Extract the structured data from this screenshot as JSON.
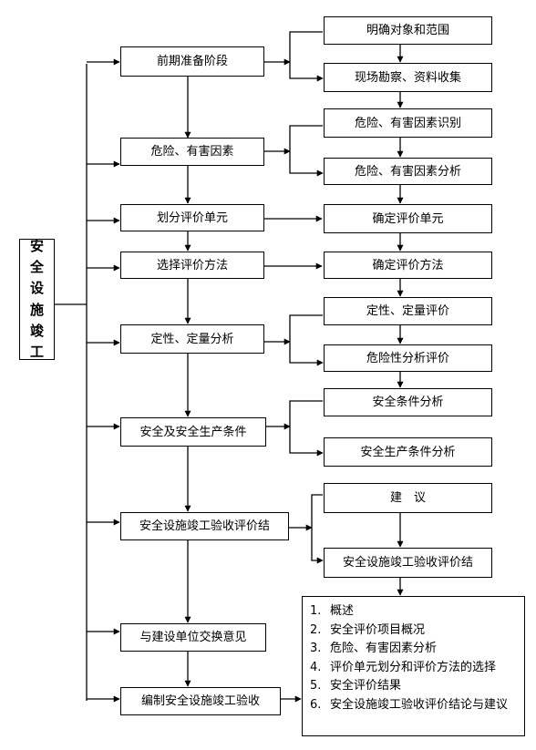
{
  "root": "安全设施竣工",
  "left_steps": [
    "前期准备阶段",
    "危险、有害因素",
    "划分评价单元",
    "选择评价方法",
    "定性、定量分析",
    "安全及安全生产条件",
    "安全设施竣工验收评价结",
    "与建设单位交换意见",
    "编制安全设施竣工验收"
  ],
  "right_steps": [
    "明确对象和范围",
    "现场勘察、资料收集",
    "危险、有害因素识别",
    "危险、有害因素分析",
    "确定评价单元",
    "确定评价方法",
    "定性、定量评价",
    "危险性分析评价",
    "安全条件分析",
    "安全生产条件分析",
    "建　议",
    "安全设施竣工验收评价结"
  ],
  "report_contents": [
    {
      "num": "1.",
      "text": "概述"
    },
    {
      "num": "2.",
      "text": "安全评价项目概况"
    },
    {
      "num": "3.",
      "text": "危险、有害因素分析"
    },
    {
      "num": "4.",
      "text": "评价单元划分和评价方法的选择"
    },
    {
      "num": "5.",
      "text": "安全评价结果"
    },
    {
      "num": "6.",
      "text": "安全设施竣工验收评价结论与建议"
    }
  ]
}
